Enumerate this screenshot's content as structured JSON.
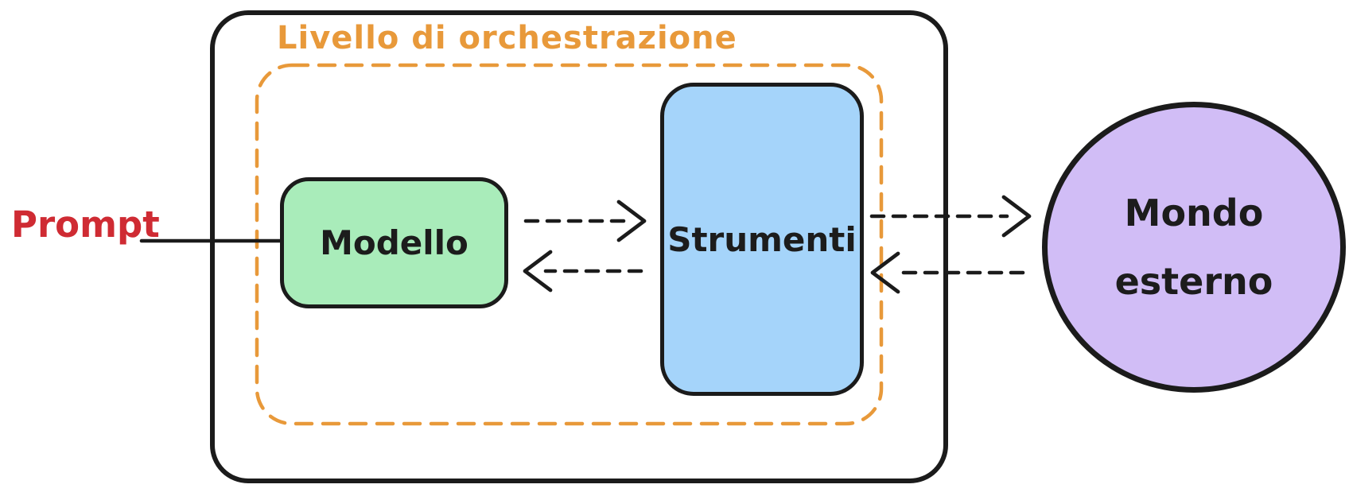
{
  "diagram": {
    "title": "Livello di orchestrazione",
    "prompt_label": "Prompt",
    "nodes": {
      "model": {
        "label": "Modello",
        "fill": "#a9ecba",
        "shape": "rounded-rectangle"
      },
      "tools": {
        "label": "Strumenti",
        "fill": "#a5d4fa",
        "shape": "rounded-rectangle"
      },
      "external_world": {
        "label": "Mondo esterno",
        "lines": [
          "Mondo",
          "esterno"
        ],
        "fill": "#d1bdf6",
        "shape": "circle"
      }
    },
    "containers": {
      "agent_boundary": {
        "label": "",
        "style": "solid",
        "color": "#1b1b1b"
      },
      "orchestration_layer": {
        "label": "Livello di orchestrazione",
        "style": "dashed",
        "color": "#e8993a"
      }
    },
    "edges": [
      {
        "from": "prompt",
        "to": "model",
        "style": "solid"
      },
      {
        "from": "model",
        "to": "tools",
        "style": "dashed"
      },
      {
        "from": "tools",
        "to": "model",
        "style": "dashed"
      },
      {
        "from": "tools",
        "to": "external_world",
        "style": "dashed"
      },
      {
        "from": "external_world",
        "to": "tools",
        "style": "dashed"
      }
    ],
    "colors": {
      "orchestration_accent": "#e8993a",
      "prompt_text": "#cf2b33",
      "stroke": "#1b1b1b",
      "model_fill": "#a9ecba",
      "tools_fill": "#a5d4fa",
      "world_fill": "#d1bdf6",
      "background": "#ffffff"
    }
  }
}
